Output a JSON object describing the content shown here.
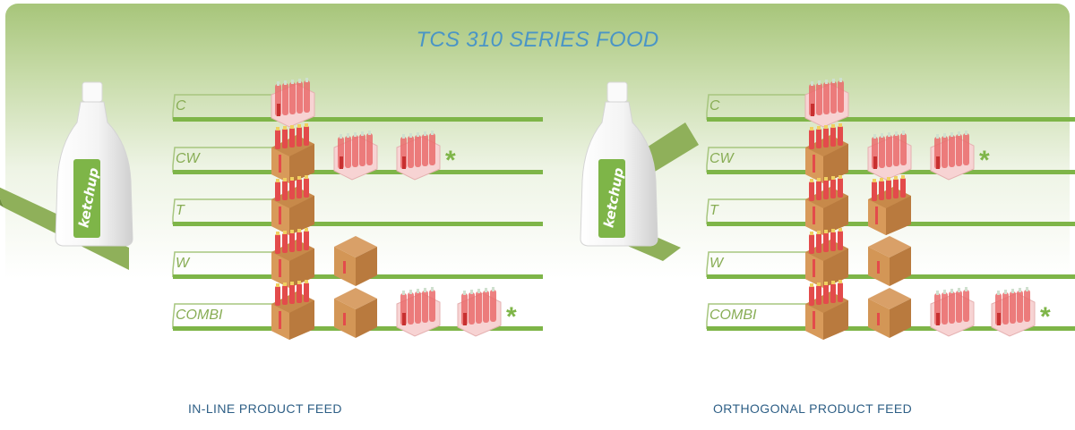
{
  "title": "TCS 310 SERIES FOOD",
  "bottle_label": "ketchup",
  "panels": [
    {
      "caption": "IN-LINE PRODUCT FEED",
      "rows": [
        {
          "label": "C",
          "items": [
            "shrink-pack"
          ],
          "asterisk": false
        },
        {
          "label": "CW",
          "items": [
            "open-tray",
            "shrink-pack",
            "shrink-pack"
          ],
          "asterisk": true
        },
        {
          "label": "T",
          "items": [
            "open-tray"
          ],
          "asterisk": false
        },
        {
          "label": "W",
          "items": [
            "open-tray",
            "closed-case"
          ],
          "asterisk": false
        },
        {
          "label": "COMBI",
          "items": [
            "open-tray",
            "closed-case",
            "shrink-pack",
            "shrink-pack"
          ],
          "asterisk": true
        }
      ]
    },
    {
      "caption": "ORTHOGONAL PRODUCT FEED",
      "rows": [
        {
          "label": "C",
          "items": [
            "shrink-pack"
          ],
          "asterisk": false
        },
        {
          "label": "CW",
          "items": [
            "open-tray",
            "shrink-pack",
            "shrink-pack"
          ],
          "asterisk": true
        },
        {
          "label": "T",
          "items": [
            "open-tray",
            "open-tray"
          ],
          "asterisk": false
        },
        {
          "label": "W",
          "items": [
            "open-tray",
            "closed-case"
          ],
          "asterisk": false
        },
        {
          "label": "COMBI",
          "items": [
            "open-tray",
            "closed-case",
            "shrink-pack",
            "shrink-pack"
          ],
          "asterisk": true
        }
      ]
    }
  ],
  "asterisk_symbol": "*",
  "colors": {
    "title": "#4a95c6",
    "caption": "#2e5f86",
    "line": "#7eb548",
    "label": "#88ad55",
    "background_top": "#a9c77a",
    "cardboard": "#c7894a",
    "bottle_red": "#e34b4b"
  }
}
